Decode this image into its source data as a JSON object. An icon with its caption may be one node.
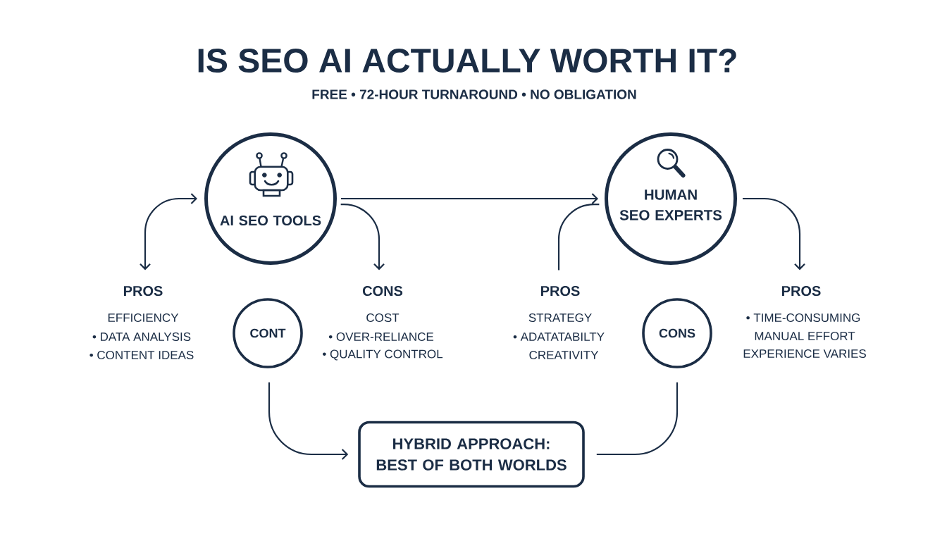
{
  "diagram": {
    "title": "IS SEO AI ACTUALLY WORTH IT?",
    "nodes": [
      {
        "text": [
          "AI SEO TOOLS"
        ]
      },
      {
        "text": [
          "HUMAN SEO EXPERTS"
        ]
      },
      {
        "text": [
          "PROS",
          "EFFICIENCY",
          "• DATA ANALYSIS",
          "• CONTENT IDEAS"
        ]
      },
      {
        "text": [
          "CONT"
        ]
      },
      {
        "text": [
          "CONS",
          "COST",
          "• OVER-RELIANCE",
          "• QUALITY CONTROL"
        ]
      },
      {
        "text": [
          "PROS",
          "STRATEGY",
          "• ADATATABILTY",
          "CREATIVITY"
        ]
      },
      {
        "text": [
          "CONS"
        ]
      },
      {
        "text": [
          "PROS",
          "• TIME-CONSUMING",
          "MANUAL EFFORT",
          "EXPERIENCE VARIES"
        ]
      },
      {
        "text": [
          "HYBRID APPROACH: BEST OF BOTH WORLDS"
        ]
      }
    ],
    "edges": [
      {
        "from": 2,
        "to": 0,
        "arrow": "both"
      },
      {
        "from": 0,
        "to": 4,
        "arrow": "to"
      },
      {
        "from": 0,
        "to": 1,
        "arrow": "to"
      },
      {
        "from": 5,
        "to": 1,
        "arrow": "none"
      },
      {
        "from": 1,
        "to": 7,
        "arrow": "to"
      },
      {
        "from": 3,
        "to": 8,
        "arrow": "to"
      },
      {
        "from": 6,
        "to": 8,
        "arrow": "none"
      }
    ],
    "labels": [
      "FREE • 72-HOUR TURNAROUND • NO OBLIGATION"
    ]
  }
}
